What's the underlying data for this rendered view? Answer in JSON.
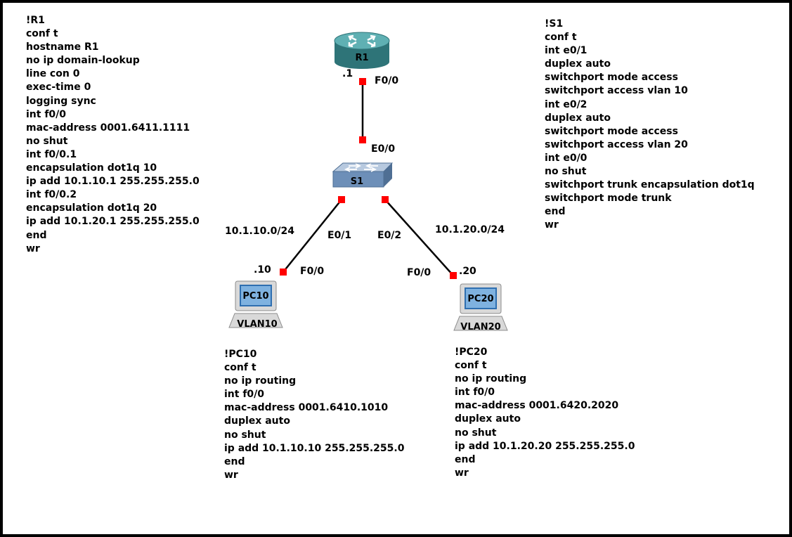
{
  "configs": {
    "r1": [
      "!R1",
      "conf t",
      "hostname R1",
      "no ip domain-lookup",
      "line con 0",
      "exec-time 0",
      "logging sync",
      "int f0/0",
      "mac-address 0001.6411.1111",
      "no shut",
      "int f0/0.1",
      "encapsulation dot1q 10",
      "ip add 10.1.10.1 255.255.255.0",
      "int f0/0.2",
      "encapsulation dot1q 20",
      "ip add 10.1.20.1 255.255.255.0",
      "end",
      "wr"
    ],
    "s1": [
      "!S1",
      "conf t",
      "int e0/1",
      "duplex auto",
      "switchport mode access",
      "switchport access vlan 10",
      "int e0/2",
      "duplex auto",
      "switchport mode access",
      "switchport access vlan 20",
      "int e0/0",
      "no shut",
      "switchport trunk encapsulation dot1q",
      "switchport mode trunk",
      "end",
      "wr"
    ],
    "pc10": [
      "!PC10",
      "conf t",
      "no ip routing",
      "int f0/0",
      "mac-address 0001.6410.1010",
      "duplex auto",
      "no shut",
      "ip add 10.1.10.10 255.255.255.0",
      "end",
      "wr"
    ],
    "pc20": [
      "!PC20",
      "conf t",
      "no ip routing",
      "int f0/0",
      "mac-address 0001.6420.2020",
      "duplex auto",
      "no shut",
      "ip add 10.1.20.20 255.255.255.0",
      "end",
      "wr"
    ]
  },
  "devices": {
    "r1": "R1",
    "s1": "S1",
    "pc10": "PC10",
    "pc10_caption": "VLAN10",
    "pc20": "PC20",
    "pc20_caption": "VLAN20"
  },
  "labels": {
    "r1_host": ".1",
    "r1_port": "F0/0",
    "s1_uplink": "E0/0",
    "s1_port1": "E0/1",
    "s1_port2": "E0/2",
    "subnet_left": "10.1.10.0/24",
    "subnet_right": "10.1.20.0/24",
    "pc10_host": ".10",
    "pc10_port": "F0/0",
    "pc20_host": ".20",
    "pc20_port": "F0/0"
  },
  "colors": {
    "router_body": "#3f8f93",
    "switch_body": "#6d8fb8",
    "pc_screen": "#2f6fb0",
    "link_marker": "#ff0000",
    "link": "#000000"
  }
}
